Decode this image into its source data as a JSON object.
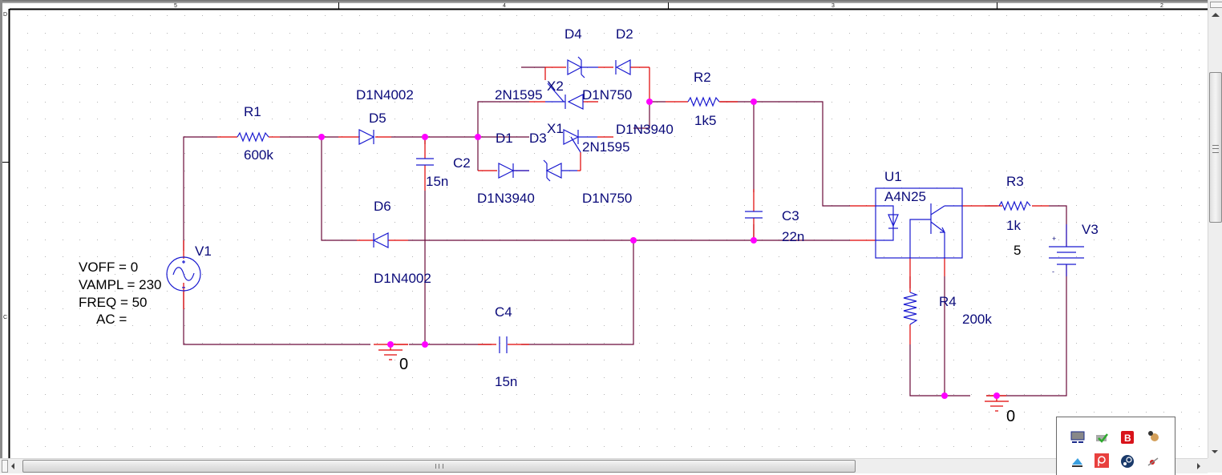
{
  "app": {
    "type": "schematic-editor"
  },
  "border_zones": {
    "columns": [
      "5",
      "4",
      "3",
      "2"
    ],
    "rows": [
      "D",
      "C"
    ]
  },
  "components": {
    "R1": {
      "ref": "R1",
      "value": "600k"
    },
    "R2": {
      "ref": "R2",
      "value": "1k5"
    },
    "R3": {
      "ref": "R3",
      "value": "1k"
    },
    "R4": {
      "ref": "R4",
      "value": "200k"
    },
    "C2": {
      "ref": "C2",
      "value": "15n"
    },
    "C3": {
      "ref": "C3",
      "value": "22n"
    },
    "C4": {
      "ref": "C4",
      "value": "15n"
    },
    "D1": {
      "ref": "D1",
      "model": "D1N3940"
    },
    "D2": {
      "ref": "D2",
      "model": "D1N3940"
    },
    "D3": {
      "ref": "D3",
      "model": "D1N750"
    },
    "D4": {
      "ref": "D4",
      "model": "D1N750"
    },
    "D5": {
      "ref": "D5",
      "model": "D1N4002"
    },
    "D6": {
      "ref": "D6",
      "model": "D1N4002"
    },
    "X1": {
      "ref": "X1",
      "model": "2N1595"
    },
    "X2": {
      "ref": "X2",
      "model": "2N1595"
    },
    "U1": {
      "ref": "U1",
      "model": "A4N25"
    },
    "V1": {
      "ref": "V1",
      "params": [
        "VOFF = 0",
        "VAMPL = 230",
        "FREQ = 50",
        "AC ="
      ]
    },
    "V3": {
      "ref": "V3",
      "value": "5",
      "plus": "+",
      "minus": "-"
    },
    "GND1": {
      "label": "0"
    },
    "GND2": {
      "label": "0"
    }
  },
  "scrollbars": {
    "vertical": {
      "position_fraction": 0.17
    },
    "horizontal": {
      "position_fraction": 0.0
    }
  },
  "system_tray": {
    "icons": [
      "display-icon",
      "printer-check-icon",
      "bitdefender-icon",
      "bug-icon",
      "scanner-icon",
      "pocket-icon",
      "steam-icon",
      "tool-icon"
    ]
  },
  "colors": {
    "wire": "#6b0a3a",
    "pin": "#e00000",
    "symbol": "#1a1ad0",
    "junction": "#ff00ff",
    "label": "#0a0a7a",
    "grid_dot": "#b4b4b4"
  }
}
